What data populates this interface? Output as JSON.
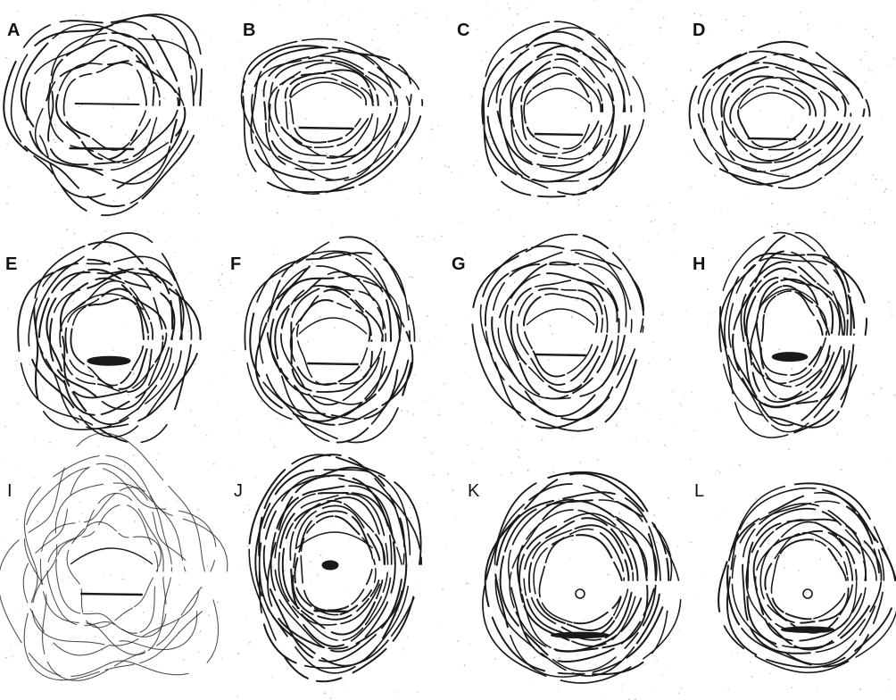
{
  "figure": {
    "ink_color": "#1a1a1a",
    "background_color": "#ffffff",
    "speckle_color": "#c9c9c9",
    "panels": [
      {
        "label": "A",
        "shape": "irregular-whorl"
      },
      {
        "label": "B",
        "shape": "arch-top-whorl"
      },
      {
        "label": "C",
        "shape": "round-whorl"
      },
      {
        "label": "D",
        "shape": "whorl-with-right-tail"
      },
      {
        "label": "E",
        "shape": "oval-whorl"
      },
      {
        "label": "F",
        "shape": "oval-whorl"
      },
      {
        "label": "G",
        "shape": "hexagonal-whorl"
      },
      {
        "label": "H",
        "shape": "tall-oval-whorl"
      },
      {
        "label": "I",
        "shape": "faint-diffuse-whorl"
      },
      {
        "label": "J",
        "shape": "dense-tall-whorl"
      },
      {
        "label": "K",
        "shape": "egg-shaped-whorl"
      },
      {
        "label": "L",
        "shape": "round-whorl"
      }
    ]
  }
}
